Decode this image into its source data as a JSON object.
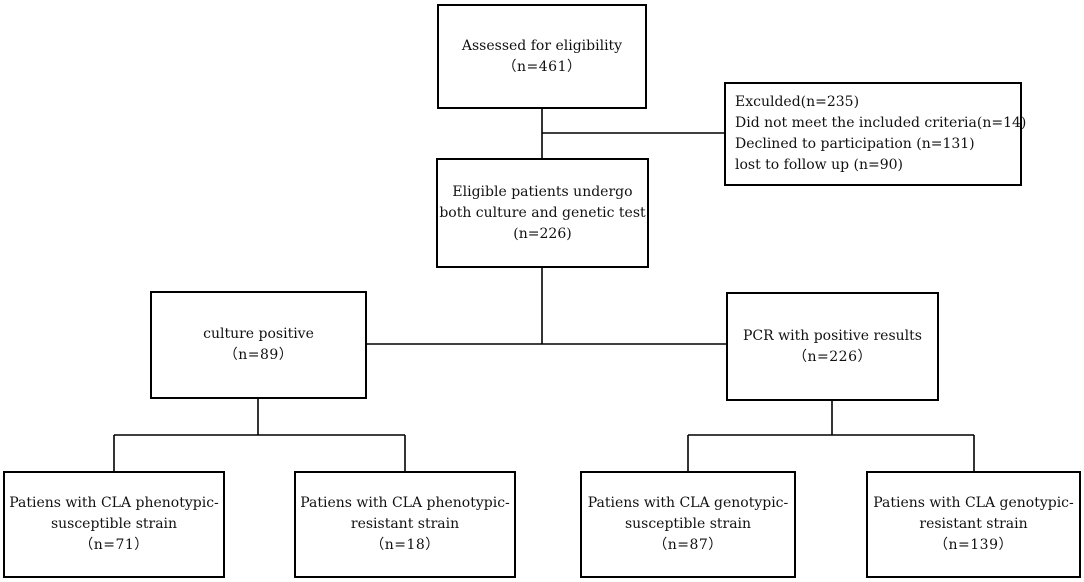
{
  "diagram": {
    "assessed": {
      "lines": [
        "Assessed for eligibility",
        "（n=461）"
      ]
    },
    "excluded": {
      "lines": [
        "Exculded(n=235)",
        "Did not meet the included criteria(n=14)",
        "Declined to participation (n=131)",
        "lost to follow up (n=90)"
      ]
    },
    "eligible": {
      "lines": [
        "Eligible patients undergo",
        "both culture and genetic test",
        "(n=226)"
      ]
    },
    "culture_positive": {
      "lines": [
        "culture positive",
        "（n=89）"
      ]
    },
    "pcr_positive": {
      "lines": [
        "PCR with positive results",
        "（n=226）"
      ]
    },
    "pheno_susceptible": {
      "lines": [
        "Patiens with CLA phenotypic-",
        "susceptible strain",
        "（n=71）"
      ]
    },
    "pheno_resistant": {
      "lines": [
        "Patiens with CLA phenotypic-",
        "resistant strain",
        "（n=18）"
      ]
    },
    "geno_susceptible": {
      "lines": [
        "Patiens with CLA genotypic-",
        "susceptible strain",
        "（n=87）"
      ]
    },
    "geno_resistant": {
      "lines": [
        "Patiens with CLA genotypic-",
        "resistant strain",
        "（n=139）"
      ]
    }
  }
}
